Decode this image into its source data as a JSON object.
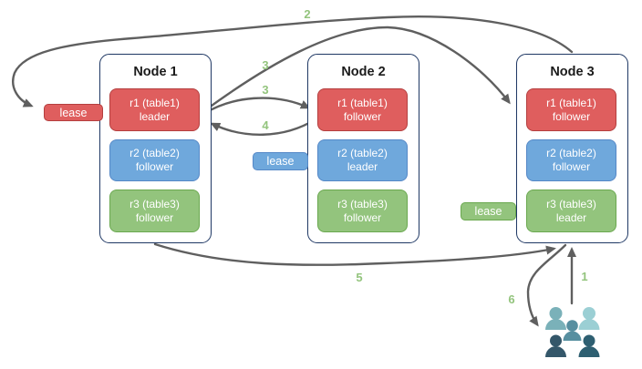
{
  "nodes": [
    {
      "title": "Node 1",
      "replicas": [
        {
          "name": "r1 (table1)",
          "role": "leader",
          "color": "red"
        },
        {
          "name": "r2 (table2)",
          "role": "follower",
          "color": "blue"
        },
        {
          "name": "r3 (table3)",
          "role": "follower",
          "color": "green"
        }
      ]
    },
    {
      "title": "Node 2",
      "replicas": [
        {
          "name": "r1 (table1)",
          "role": "follower",
          "color": "red"
        },
        {
          "name": "r2 (table2)",
          "role": "leader",
          "color": "blue"
        },
        {
          "name": "r3 (table3)",
          "role": "follower",
          "color": "green"
        }
      ]
    },
    {
      "title": "Node 3",
      "replicas": [
        {
          "name": "r1 (table1)",
          "role": "follower",
          "color": "red"
        },
        {
          "name": "r2 (table2)",
          "role": "follower",
          "color": "blue"
        },
        {
          "name": "r3 (table3)",
          "role": "leader",
          "color": "green"
        }
      ]
    }
  ],
  "leases": [
    {
      "label": "lease",
      "color": "red"
    },
    {
      "label": "lease",
      "color": "blue"
    },
    {
      "label": "lease",
      "color": "green"
    }
  ],
  "steps": [
    {
      "label": "1"
    },
    {
      "label": "2"
    },
    {
      "label": "3"
    },
    {
      "label": "3"
    },
    {
      "label": "4"
    },
    {
      "label": "5"
    },
    {
      "label": "6"
    }
  ],
  "colors": {
    "red": "#df5e5e",
    "red_border": "#b43f3f",
    "blue": "#6fa8dc",
    "blue_border": "#5588c7",
    "green": "#93c47d",
    "green_border": "#6aa84f",
    "node_border": "#1f3864",
    "arrow": "#5f5f5f",
    "step_text": "#93c47d",
    "user_top_left": "#7ab1b9",
    "user_top_right": "#9bcfd4",
    "user_middle": "#578fa0",
    "user_bottom_left": "#34576a",
    "user_bottom_right": "#2e5f71"
  }
}
